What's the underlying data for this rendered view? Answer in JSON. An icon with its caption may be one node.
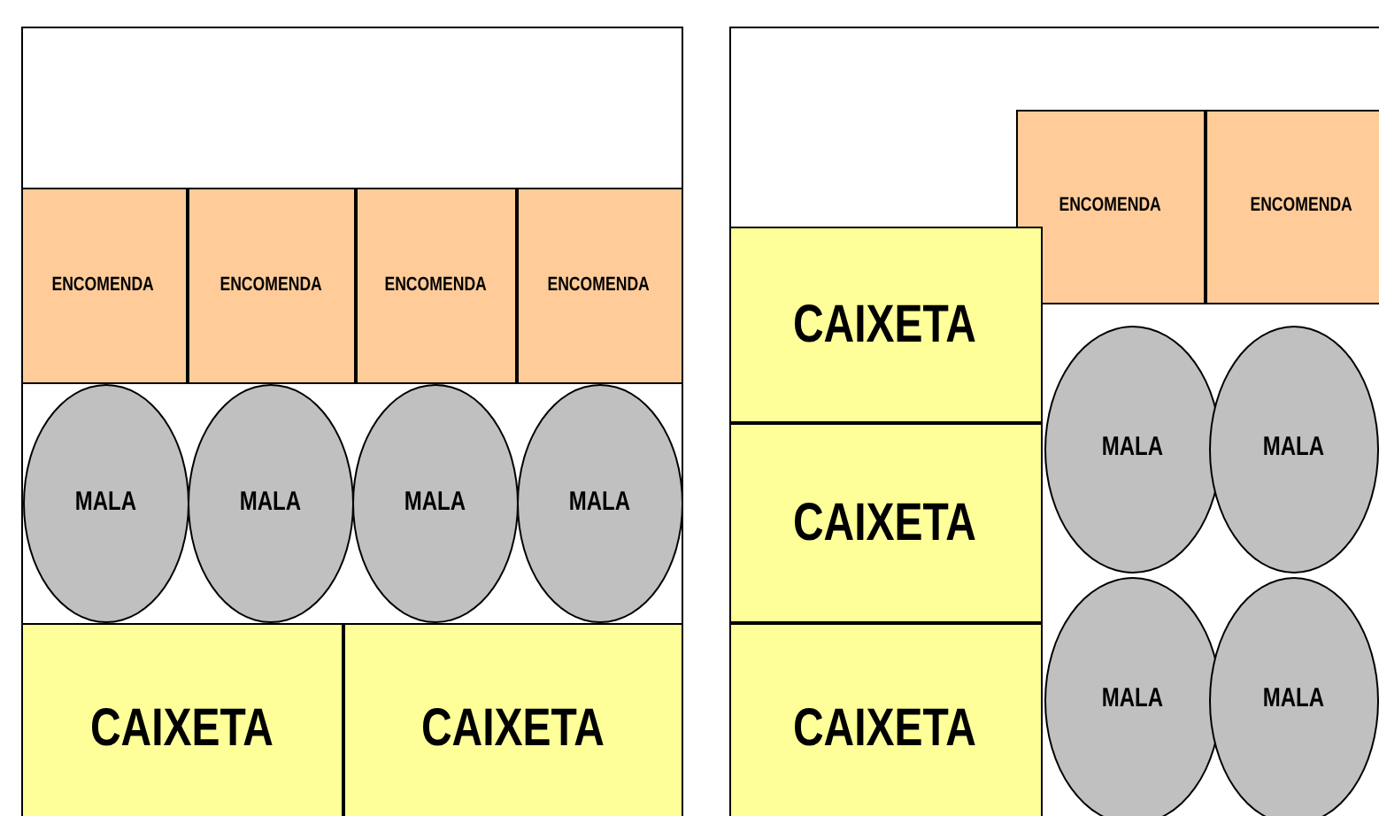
{
  "diagram": {
    "nodes": [
      {
        "text": [],
        "shape": "box"
      },
      {
        "text": [
          "ENCOMENDA"
        ],
        "in": 0
      },
      {
        "text": [
          "ENCOMENDA"
        ],
        "in": 0
      },
      {
        "text": [
          "ENCOMENDA"
        ],
        "in": 0
      },
      {
        "text": [
          "ENCOMENDA"
        ],
        "in": 0
      },
      {
        "text": [
          "MALA"
        ],
        "in": 0
      },
      {
        "text": [
          "MALA"
        ],
        "in": 0
      },
      {
        "text": [
          "MALA"
        ],
        "in": 0
      },
      {
        "text": [
          "MALA"
        ],
        "in": 0
      },
      {
        "text": [
          "CAIXETA"
        ],
        "in": 0
      },
      {
        "text": [
          "CAIXETA"
        ],
        "in": 0
      },
      {
        "text": [],
        "shape": "box"
      },
      {
        "text": [
          "ENCOMENDA"
        ],
        "in": 11
      },
      {
        "text": [
          "ENCOMENDA"
        ],
        "in": 11
      },
      {
        "text": [
          "CAIXETA"
        ],
        "in": 11
      },
      {
        "text": [
          "MALA"
        ],
        "in": 11
      },
      {
        "text": [
          "MALA"
        ],
        "in": 11
      },
      {
        "text": [
          "CAIXETA"
        ],
        "in": 11
      },
      {
        "text": [
          "CAIXETA"
        ],
        "in": 11
      },
      {
        "text": [
          "MALA"
        ],
        "in": 11
      },
      {
        "text": [
          "MALA"
        ],
        "in": 11
      }
    ]
  }
}
